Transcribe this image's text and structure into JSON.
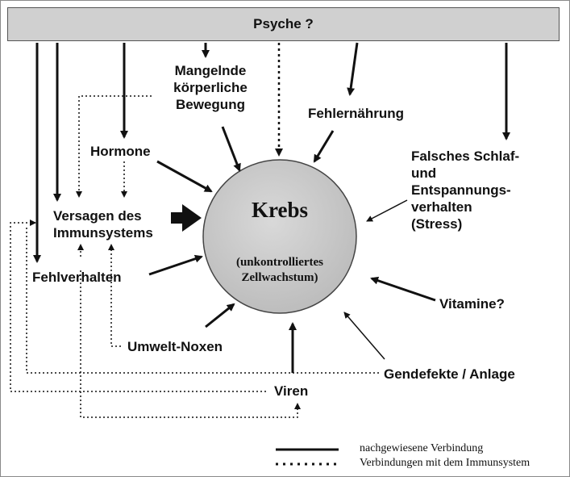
{
  "title": "Psyche ?",
  "center": {
    "title": "Krebs",
    "subtitle_line1": "(unkontrolliertes",
    "subtitle_line2": "Zellwachstum)"
  },
  "factors": {
    "mangelnde": "Mangelnde\nkörperliche\nBewegung",
    "fehlernaehrung": "Fehlernährung",
    "hormone": "Hormone",
    "schlaf": "Falsches Schlaf-\nund\nEntspannungs-\nverhalten\n(Stress)",
    "versagen": "Versagen des\nImmunsystems",
    "fehlverhalten": "Fehlverhalten",
    "vitamine": "Vitamine?",
    "umwelt": "Umwelt-Noxen",
    "gendefekte": "Gendefekte / Anlage",
    "viren": "Viren"
  },
  "legend": {
    "solid": "nachgewiesene Verbindung",
    "dotted": "Verbindungen mit dem Immunsystem"
  }
}
